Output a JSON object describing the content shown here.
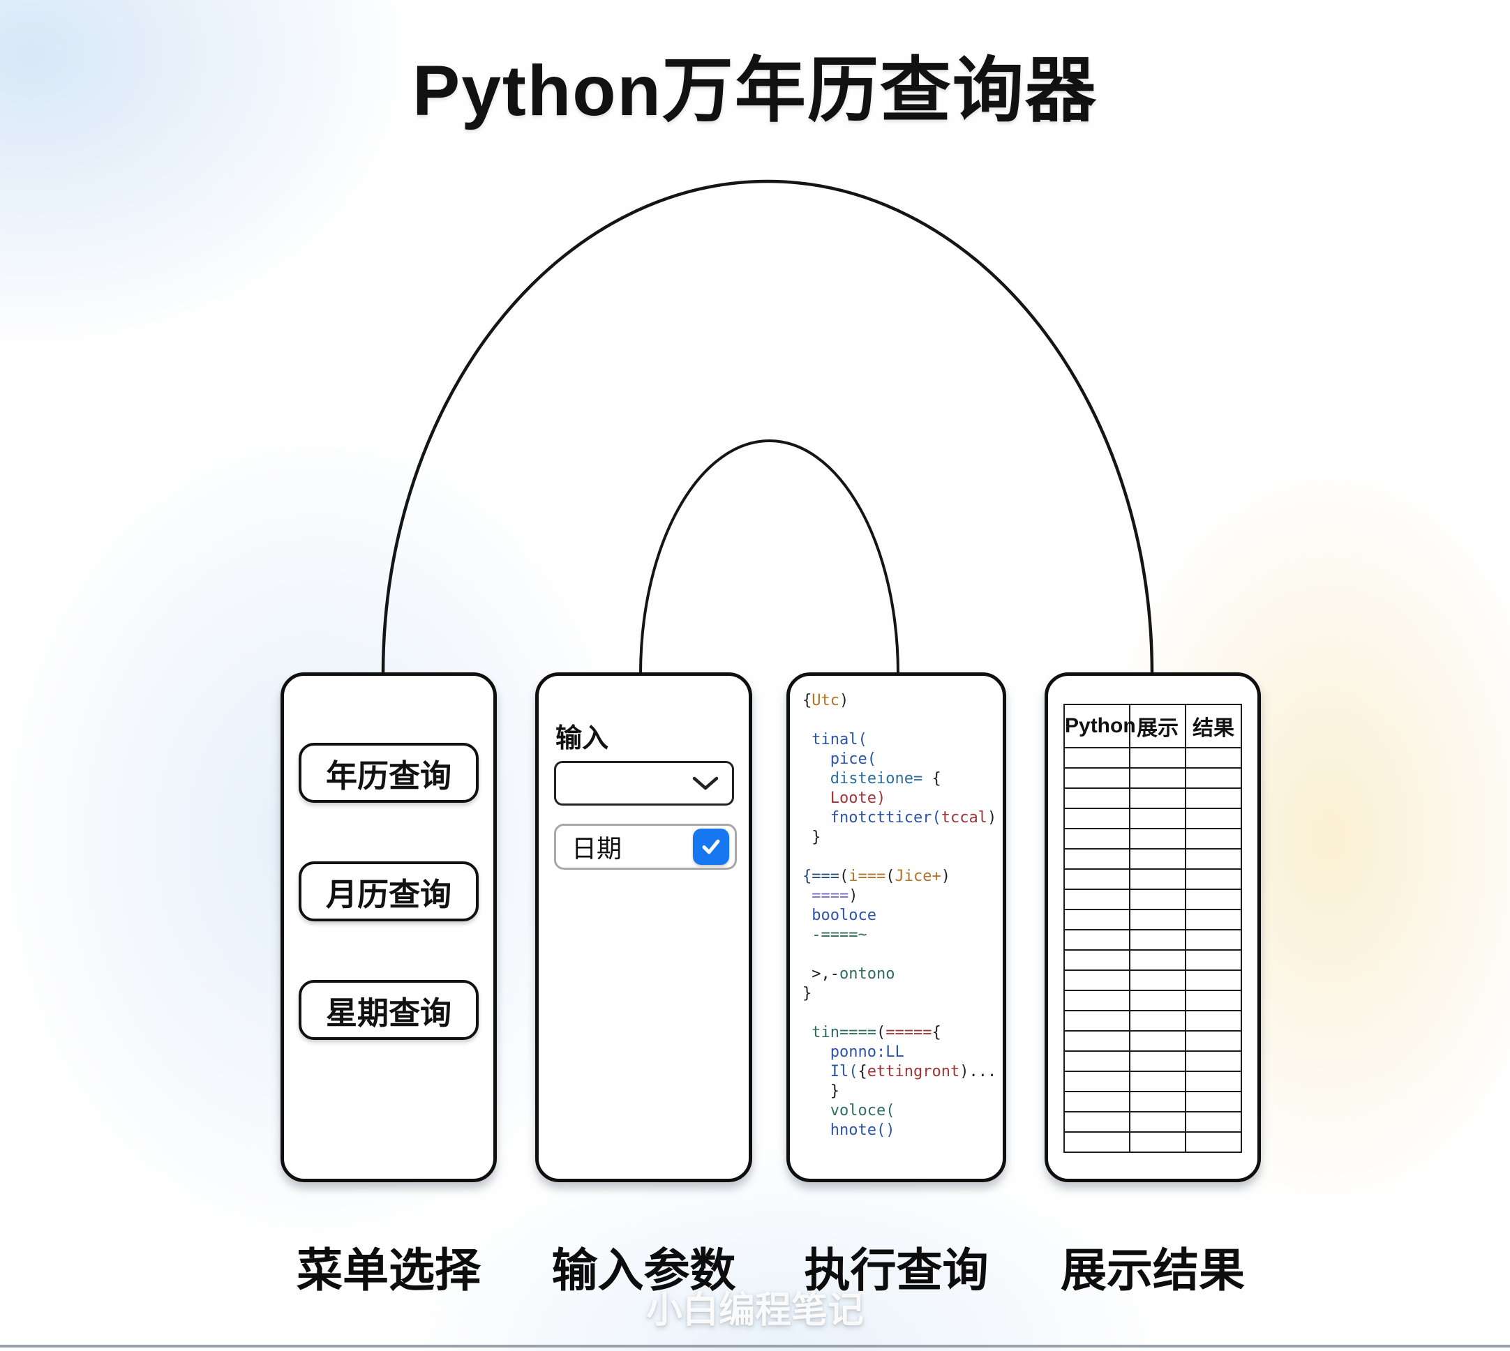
{
  "title": "Python万年历查询器",
  "watermark": "小白编程笔记",
  "colors": {
    "checkbox_blue": "#1677f0",
    "panel_border": "#0f0f0f",
    "arc_stroke": "#151515"
  },
  "panels": {
    "menu": {
      "caption": "菜单选择",
      "buttons": [
        "年历查询",
        "月历查询",
        "星期查询"
      ]
    },
    "input": {
      "caption": "输入参数",
      "label": "输入",
      "dropdown_value": "",
      "checkbox_label": "日期",
      "checkbox_checked": true
    },
    "code": {
      "caption": "执行查询",
      "lines": [
        [
          {
            "t": "{",
            "c": "dark"
          },
          {
            "t": "Utc",
            "c": "orange"
          },
          {
            "t": ")",
            "c": "dark"
          }
        ],
        [],
        [
          {
            "t": " ",
            "c": "dark"
          },
          {
            "t": "tinal(",
            "c": "blue"
          }
        ],
        [
          {
            "t": "   ",
            "c": "dark"
          },
          {
            "t": "pice(",
            "c": "blue"
          }
        ],
        [
          {
            "t": "   ",
            "c": "dark"
          },
          {
            "t": "disteione=",
            "c": "steel"
          },
          {
            "t": " {",
            "c": "dark"
          }
        ],
        [
          {
            "t": "   ",
            "c": "dark"
          },
          {
            "t": "Loote)",
            "c": "red"
          }
        ],
        [
          {
            "t": "   ",
            "c": "dark"
          },
          {
            "t": "fnotctticer(",
            "c": "blue"
          },
          {
            "t": "tccal",
            "c": "red"
          },
          {
            "t": ")",
            "c": "dark"
          }
        ],
        [
          {
            "t": " }",
            "c": "dark"
          }
        ],
        [],
        [
          {
            "t": "{===",
            "c": "navy"
          },
          {
            "t": "(",
            "c": "dark"
          },
          {
            "t": "i===",
            "c": "orange"
          },
          {
            "t": "(",
            "c": "dark"
          },
          {
            "t": "Jice+",
            "c": "orange"
          },
          {
            "t": ")",
            "c": "dark"
          }
        ],
        [
          {
            "t": " ",
            "c": "dark"
          },
          {
            "t": "====",
            "c": "purple"
          },
          {
            "t": ")",
            "c": "dark"
          }
        ],
        [
          {
            "t": " ",
            "c": "dark"
          },
          {
            "t": "booloce",
            "c": "blue"
          }
        ],
        [
          {
            "t": " ",
            "c": "dark"
          },
          {
            "t": "-====~",
            "c": "teal"
          }
        ],
        [],
        [
          {
            "t": " ",
            "c": "dark"
          },
          {
            "t": ">,-",
            "c": "dark"
          },
          {
            "t": "ontono",
            "c": "teal"
          }
        ],
        [
          {
            "t": "}",
            "c": "dark"
          }
        ],
        [],
        [
          {
            "t": " ",
            "c": "dark"
          },
          {
            "t": "tin====",
            "c": "teal"
          },
          {
            "t": "(",
            "c": "dark"
          },
          {
            "t": "=====",
            "c": "red"
          },
          {
            "t": "{",
            "c": "dark"
          }
        ],
        [
          {
            "t": "   ",
            "c": "dark"
          },
          {
            "t": "ponno:",
            "c": "blue"
          },
          {
            "t": "LL",
            "c": "blue"
          }
        ],
        [
          {
            "t": "   ",
            "c": "dark"
          },
          {
            "t": "Il(",
            "c": "blue"
          },
          {
            "t": "{",
            "c": "dark"
          },
          {
            "t": "ettingront",
            "c": "red"
          },
          {
            "t": ")...",
            "c": "dark"
          }
        ],
        [
          {
            "t": "   }",
            "c": "dark"
          }
        ],
        [
          {
            "t": "   ",
            "c": "dark"
          },
          {
            "t": "voloce(",
            "c": "teal"
          }
        ],
        [
          {
            "t": "   ",
            "c": "dark"
          },
          {
            "t": "hnote()",
            "c": "blue"
          }
        ]
      ]
    },
    "result": {
      "caption": "展示结果",
      "headers": [
        "Python",
        "展示",
        "结果"
      ],
      "empty_rows": 20
    }
  }
}
